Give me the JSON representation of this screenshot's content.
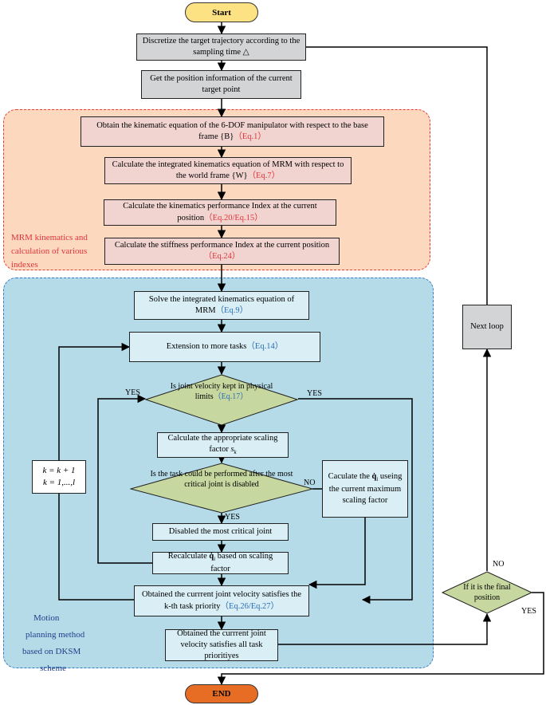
{
  "start": "Start",
  "end": "END",
  "steps": {
    "discretize": "Discretize the target trajectory according to the sampling time △",
    "get_position": "Get the position information of the current target point",
    "obtain_eq": "Obtain the kinematic equation of the 6-DOF manipulator with respect to the base frame {B}",
    "obtain_ref": "（Eq.1）",
    "integrated_eq": "Calculate the integrated kinematics equation of MRM with respect to the world frame {W}",
    "integrated_ref": "（Eq.7）",
    "kin_index": "Calculate the kinematics performance Index at the current position",
    "kin_index_ref": "（Eq.20/Eq.15）",
    "stiff_index": "Calculate the stiffness performance Index at the current position",
    "stiff_index_ref": "（Eq.24）",
    "solve": "Solve the integrated kinematics equation of MRM",
    "solve_ref": "（Eq.9）",
    "extension": "Extension to more tasks",
    "extension_ref": "（Eq.14）",
    "scaling": "Calculate the appropriate scaling factor",
    "scaling_sym": "s",
    "scaling_sub": "k",
    "disabled": "Disabled the most critical joint",
    "recalc_pre": "Recalculate",
    "recalc_sym": "q̇",
    "recalc_sub": "i",
    "recalc_post": "based on scaling factor",
    "caculate_pre": "Caculate the",
    "caculate_sym": "q̇",
    "caculate_sub": "i",
    "caculate_post": "useing the current maximum scaling factor",
    "obtained_k": "Obtained the currrent joint velocity satisfies the k-th task priority",
    "obtained_k_ref": "（Eq.26/Eq.27）",
    "obtained_all": "Obtained the currrent joint velocity satisfies all task prioritiyes",
    "next_loop": "Next loop",
    "k_update": "k = k + 1",
    "k_range": "k = 1,...,l"
  },
  "decisions": {
    "joint_velocity": "Is joint velocity kept in physical limits",
    "joint_velocity_ref": "（Eq.17）",
    "task_performed": "Is the task could be performed after the most critical joint is disabled",
    "final_position": "If it is the final position"
  },
  "branch_labels": {
    "yes": "YES",
    "no": "NO"
  },
  "regions": {
    "mrm_label": "MRM kinematics and calculation of various indexes",
    "motion_label_1": "Motion",
    "motion_label_2": "planning method",
    "motion_label_3": "based on DKSM",
    "motion_label_4": "scheme"
  },
  "colors": {
    "mrm_region": "#fcd9be",
    "mrm_border": "#e83a3a",
    "motion_region": "#b5dbe8",
    "motion_border": "#3a7bc8",
    "terminal": "#fde283",
    "end_terminal": "#e86d24",
    "decision": "#c6d7a0",
    "eq_red": "#e0343b",
    "eq_blue": "#2c6eb5"
  }
}
